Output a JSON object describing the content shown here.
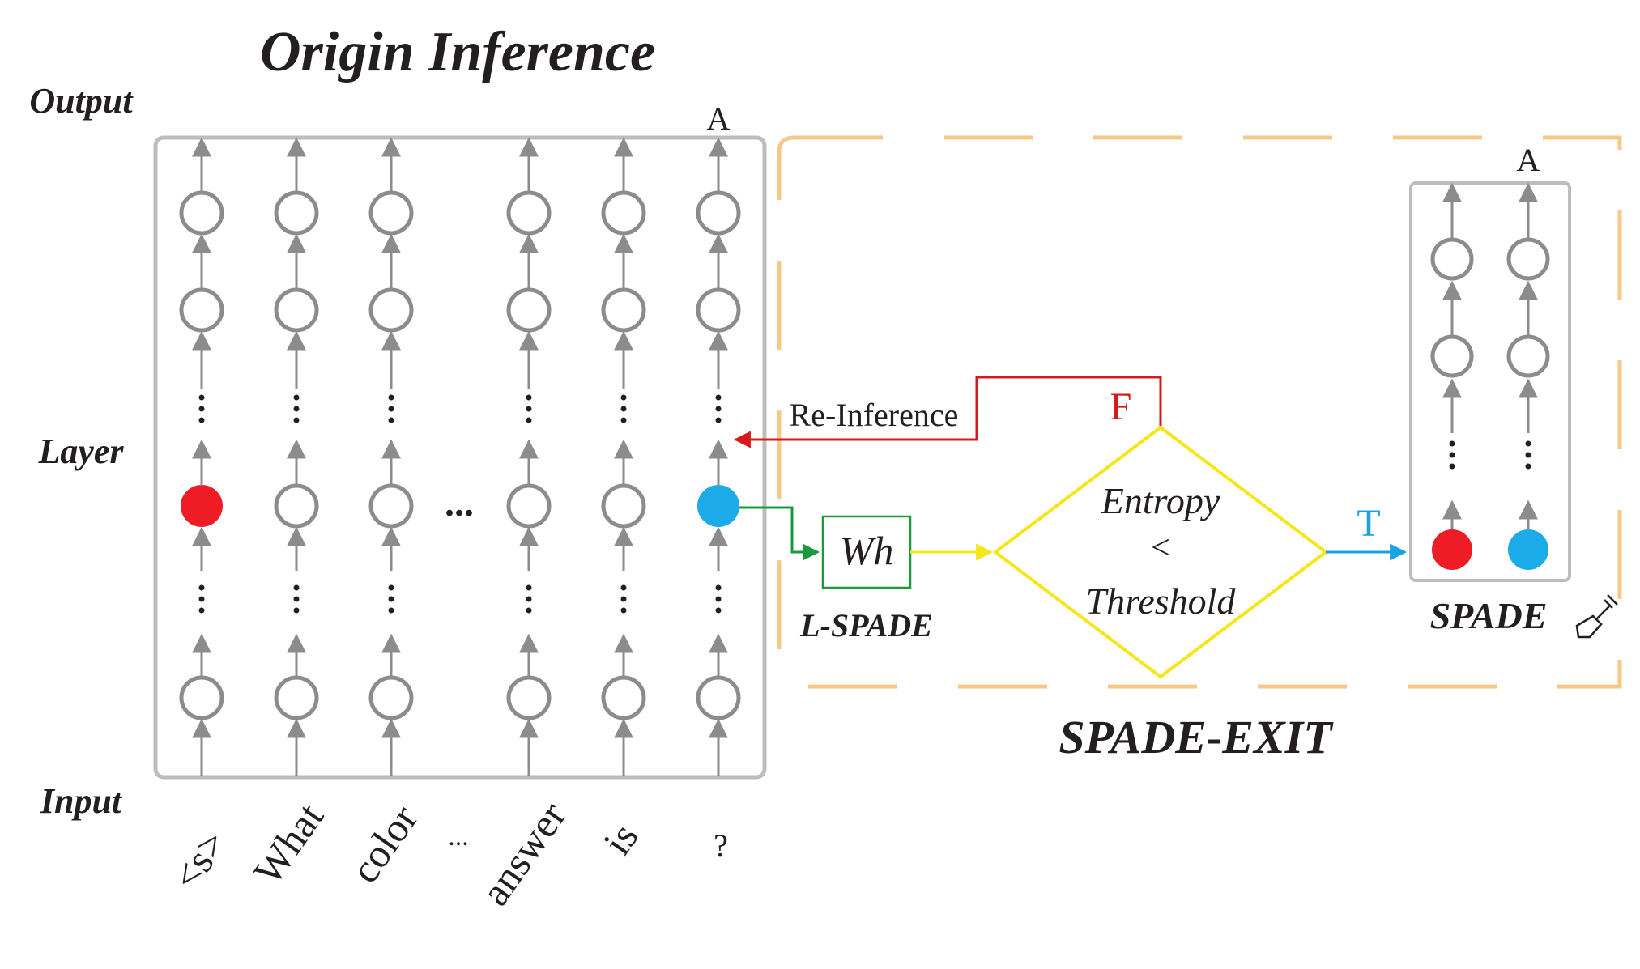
{
  "title": "Origin Inference",
  "row_labels": {
    "output": "Output",
    "layer": "Layer",
    "input": "Input"
  },
  "input_tokens": [
    "<s>",
    "What",
    "color",
    "...",
    "answer",
    "is",
    "?"
  ],
  "main_output_token": "A",
  "ellipsis": "...",
  "re_inference_label": "Re-Inference",
  "false_label": "F",
  "true_label": "T",
  "wh_label": "Wh",
  "l_spade_label": "L-SPADE",
  "decision": {
    "line1": "Entropy",
    "line2": "<",
    "line3": "Threshold"
  },
  "spade_output_token": "A",
  "spade_label": "SPADE",
  "spade_exit_label": "SPADE-EXIT",
  "colors": {
    "node_gray": "#8c8c8c",
    "box_gray": "#bdbdbd",
    "red_node": "#ee1c25",
    "blue_node": "#1aabe8",
    "re_inference_arrow": "#d7191c",
    "green_arrow": "#1a9a3c",
    "yellow": "#f5e61a",
    "blue_arrow": "#1aa3e0",
    "dashed_border": "#f5c98a"
  }
}
